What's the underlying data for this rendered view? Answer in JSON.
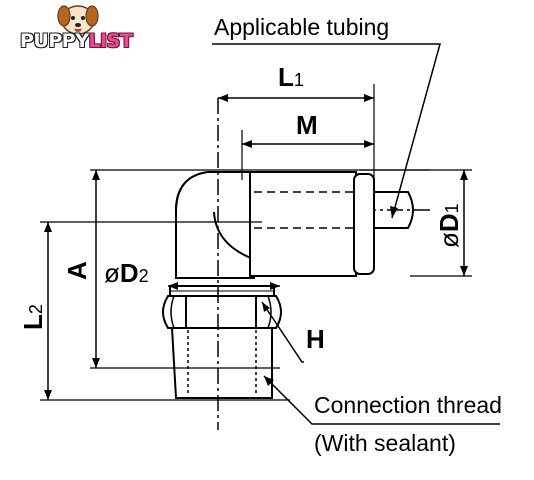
{
  "logo": {
    "part1": "PUPPY",
    "part2": "LIST",
    "image": "dog-mascot"
  },
  "labels": {
    "applicable_tubing": "Applicable tubing",
    "connection_thread": "Connection thread",
    "with_sealant": "(With sealant)",
    "L1_main": "L",
    "L1_sub": "1",
    "M": "M",
    "D1_prefix": "ø",
    "D1_main": "D",
    "D1_sub": "1",
    "D2_prefix": "ø",
    "D2_main": "D",
    "D2_sub": "2",
    "A": "A",
    "L2_main": "L",
    "L2_sub": "2",
    "H": "H"
  },
  "colors": {
    "line": "#000000",
    "fill": "#ffffff",
    "logo_pink": "#e84a8f"
  }
}
